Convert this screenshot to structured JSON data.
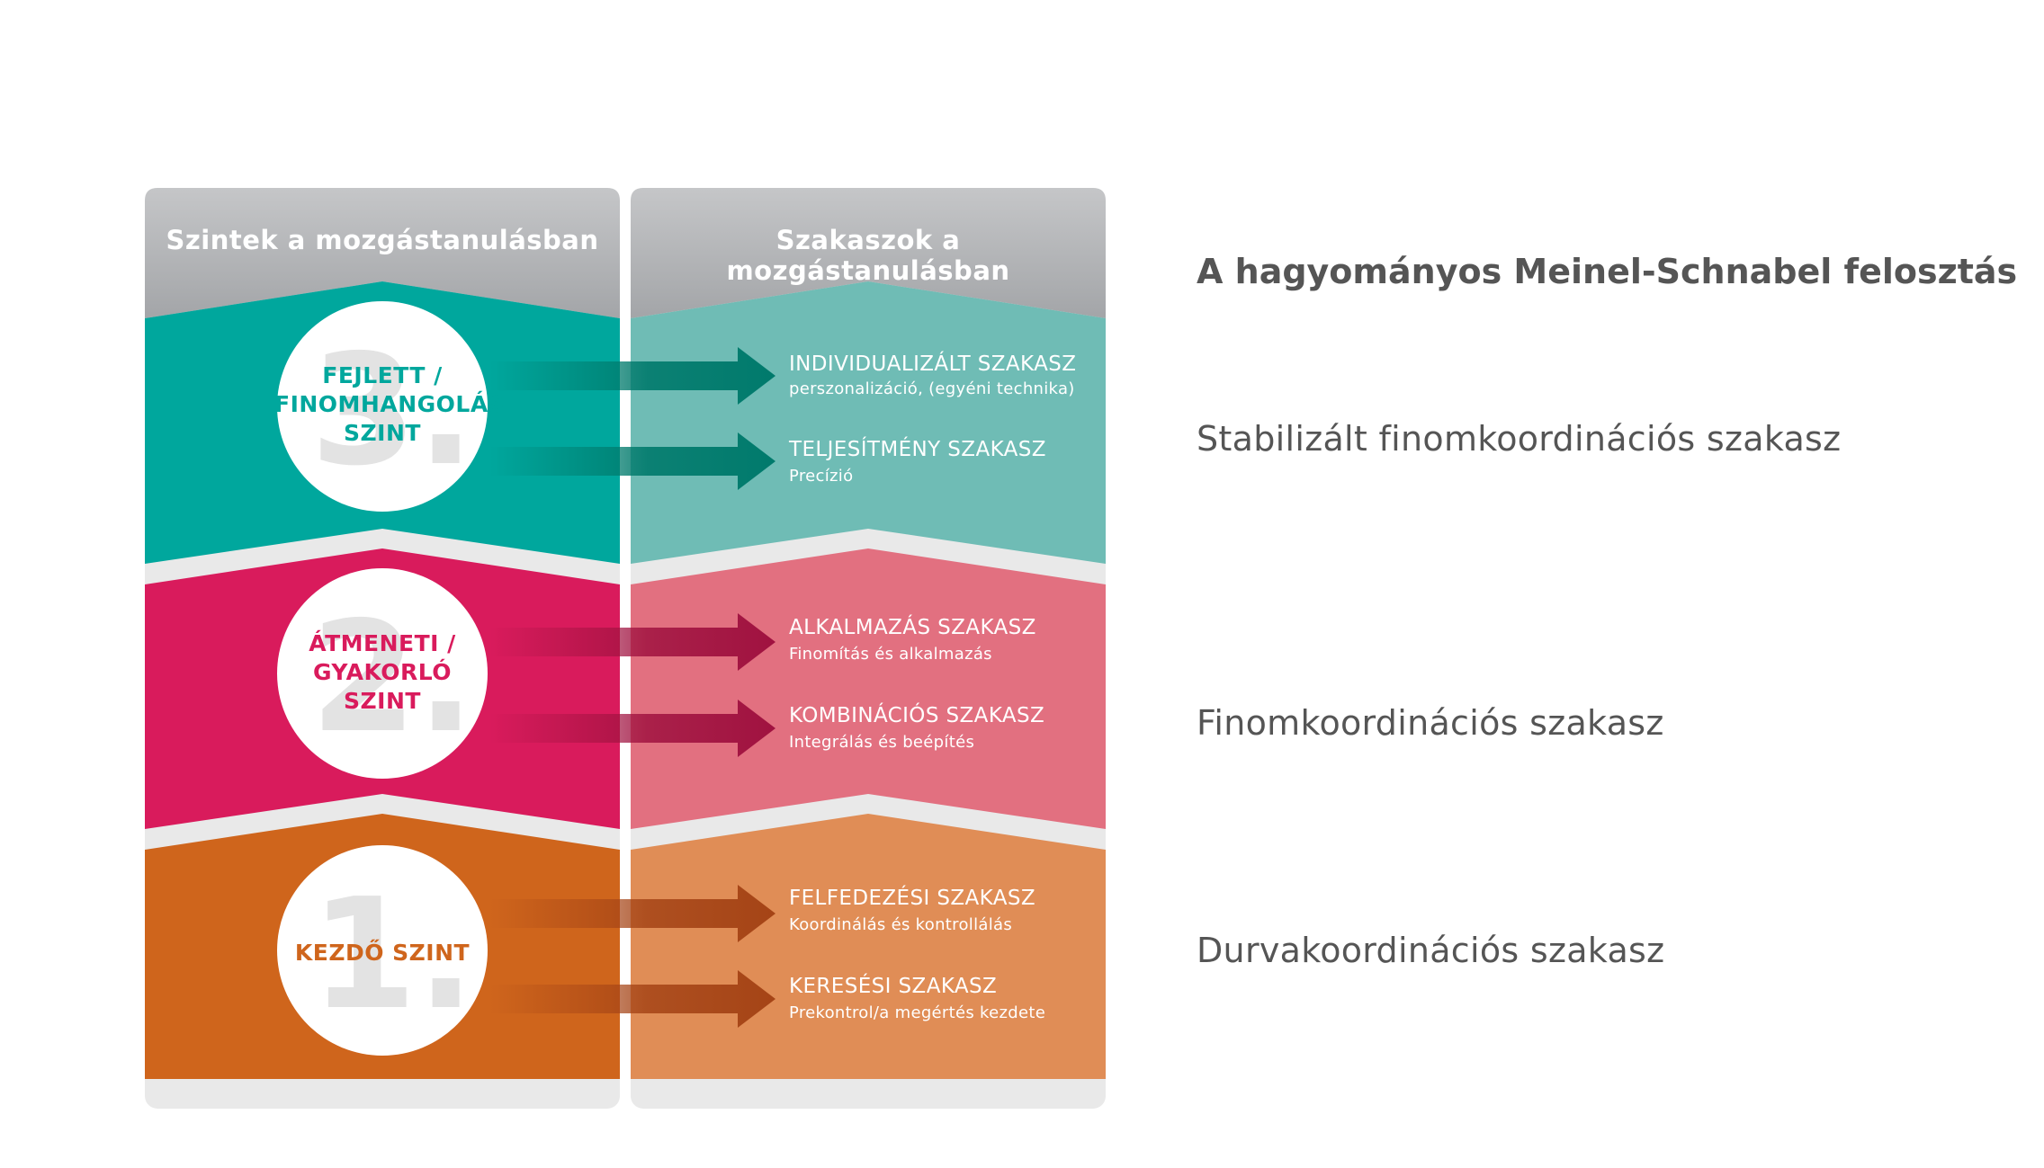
{
  "headers": {
    "levels": "Szintek a mozgástanulásban",
    "stages": "Szakaszok a mozgástanulásban"
  },
  "levels": [
    {
      "number": "3.",
      "lines": [
        "FEJLETT /",
        "FINOMHANGOLÁS",
        "SZINT"
      ],
      "color": "#00a79d",
      "stage_color": "#6fbcb5",
      "arrow_color": "#007a6c",
      "stages": [
        {
          "title": "INDIVIDUALIZÁLT SZAKASZ",
          "subtitle": "perszonalizáció, (egyéni technika)"
        },
        {
          "title": "TELJESÍTMÉNY SZAKASZ",
          "subtitle": "Precízió"
        }
      ],
      "right_phase": "Stabilizált finomkoordinációs szakasz"
    },
    {
      "number": "2.",
      "lines": [
        "ÁTMENETI /",
        "GYAKORLÓ",
        "SZINT"
      ],
      "color": "#d91b5c",
      "stage_color": "#e27080",
      "arrow_color": "#a01240",
      "stages": [
        {
          "title": "ALKALMAZÁS SZAKASZ",
          "subtitle": "Finomítás és alkalmazás"
        },
        {
          "title": "KOMBINÁCIÓS SZAKASZ",
          "subtitle": "Integrálás és beépítés"
        }
      ],
      "right_phase": "Finomkoordinációs szakasz"
    },
    {
      "number": "1.",
      "lines": [
        "KEZDŐ SZINT"
      ],
      "color": "#cf651c",
      "stage_color": "#e08d56",
      "arrow_color": "#a54416",
      "stages": [
        {
          "title": "FELFEDEZÉSI SZAKASZ",
          "subtitle": "Koordinálás és kontrollálás"
        },
        {
          "title": "KERESÉSI SZAKASZ",
          "subtitle": "Prekontrol/a megértés kezdete"
        }
      ],
      "right_phase": "Durvakoordinációs szakasz"
    }
  ],
  "right_title": "A hagyományos Meinel-Schnabel felosztás"
}
